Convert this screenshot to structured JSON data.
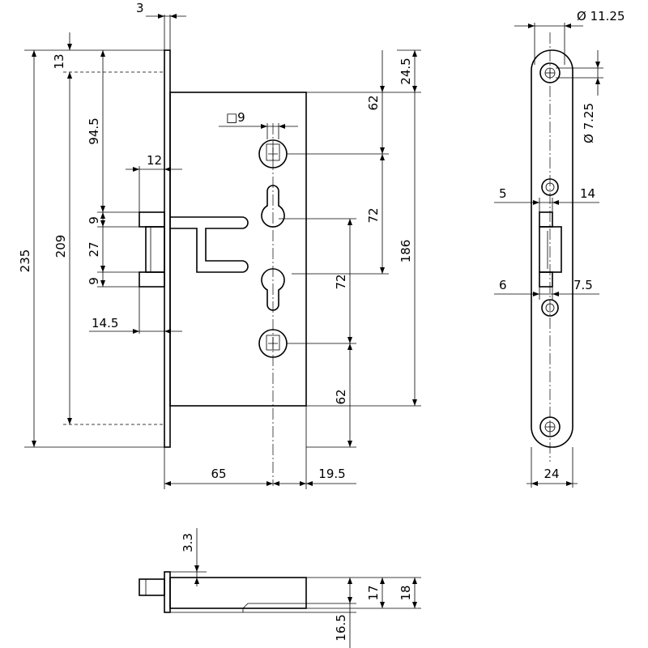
{
  "front_view": {
    "dims": {
      "faceplate_thickness": "3",
      "top_offset": "13",
      "follower_from_top": "94.5",
      "latch_projection": "12",
      "latch_height_a": "9",
      "bolt_gap": "27",
      "latch_height_b": "9",
      "plate_length": "209",
      "total_length": "235",
      "bolt_projection": "14.5",
      "top_case_to_follower": "62",
      "spindle_square": "□9",
      "follower_spacing_upper": "72",
      "case_height": "186",
      "follower_spacing_lower": "72",
      "bottom_follower_to_case": "62",
      "backset": "65",
      "depth_remainder": "19.5"
    }
  },
  "side_view": {
    "dims": {
      "hole_diameter": "Ø 11.25",
      "top_hole_offset": "24.5",
      "screw_diameter": "Ø 7.25",
      "latch_left": "5",
      "latch_right": "14",
      "bolt_left": "6",
      "bolt_right": "7.5",
      "plate_width": "24"
    }
  },
  "bottom_view": {
    "dims": {
      "flange": "3.3",
      "body_height": "17",
      "total_height": "18",
      "offset_height": "16.5"
    }
  }
}
